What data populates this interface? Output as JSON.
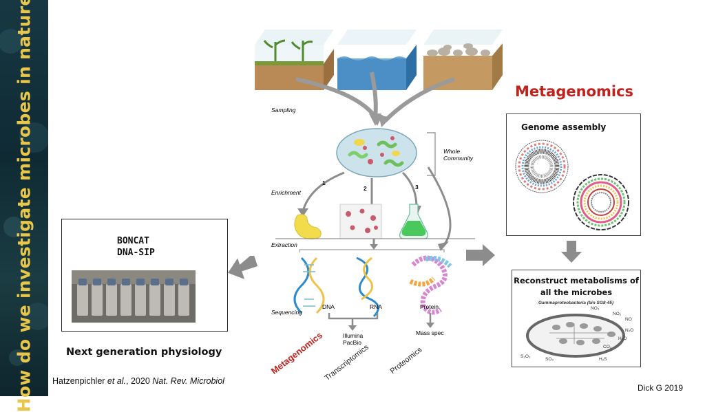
{
  "side_title": "How do we investigate microbes in nature?",
  "left": {
    "box_lines": [
      "BONCAT",
      "DNA-SIP"
    ],
    "subtitle": "Next generation physiology",
    "citation_author": "Hatzenpichler",
    "citation_etal": "et al.",
    "citation_year": ", 2020",
    "citation_journal": "Nat. Rev. Microbiol"
  },
  "center": {
    "sampling": "Sampling",
    "whole_community_1": "Whole",
    "whole_community_2": "Community",
    "enrichment": "Enrichment",
    "num1": "1",
    "num2": "2",
    "num3": "3",
    "extraction": "Extraction",
    "sequencing": "Sequencing",
    "dna": "DNA",
    "rna": "RNA",
    "protein": "Protein",
    "illumina": "Illumina",
    "pacbio": "PacBio",
    "mass_spec": "Mass spec",
    "rot_metagenomics": "Metagenomics",
    "rot_transcriptomics": "Transcriptomics",
    "rot_proteomics": "Proteomics"
  },
  "right": {
    "title": "Metagenomics",
    "genome_assembly": "Genome assembly",
    "reconstruct_1": "Reconstruct metabolisms of",
    "reconstruct_2": "all the microbes",
    "diagram_title": "Gammaproteobacteria (bin SG8-45)",
    "chem": [
      "NO₃",
      "NO₂",
      "NO",
      "N₂O",
      "H₂O",
      "CO₂",
      "S₂O₃",
      "SO₃",
      "H₂S"
    ]
  },
  "credit": "Dick G  2019",
  "colors": {
    "accent_red": "#c0231e",
    "side_title": "#e8c64a",
    "arrow_gray": "#8c8c8c"
  }
}
